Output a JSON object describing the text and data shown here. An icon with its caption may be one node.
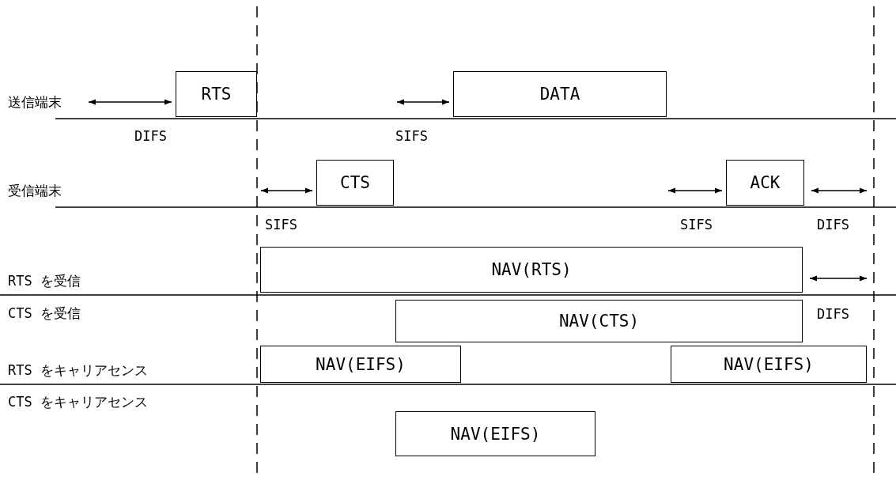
{
  "diagram": {
    "nodes": [
      {
        "text": [
          "RTS"
        ]
      },
      {
        "text": [
          "DATA"
        ]
      },
      {
        "text": [
          "CTS"
        ]
      },
      {
        "text": [
          "ACK"
        ]
      },
      {
        "text": [
          "NAV(RTS)"
        ]
      },
      {
        "text": [
          "NAV(CTS)"
        ]
      },
      {
        "text": [
          "NAV(EIFS)"
        ]
      },
      {
        "text": [
          "NAV(EIFS)"
        ]
      },
      {
        "text": [
          "NAV(EIFS)"
        ]
      }
    ],
    "labels": [
      "送信端末",
      "DIFS",
      "SIFS",
      "受信端末",
      "SIFS",
      "SIFS",
      "DIFS",
      "RTS を受信",
      "CTS を受信",
      "DIFS",
      "RTS をキャリアセンス",
      "CTS をキャリアセンス"
    ]
  }
}
